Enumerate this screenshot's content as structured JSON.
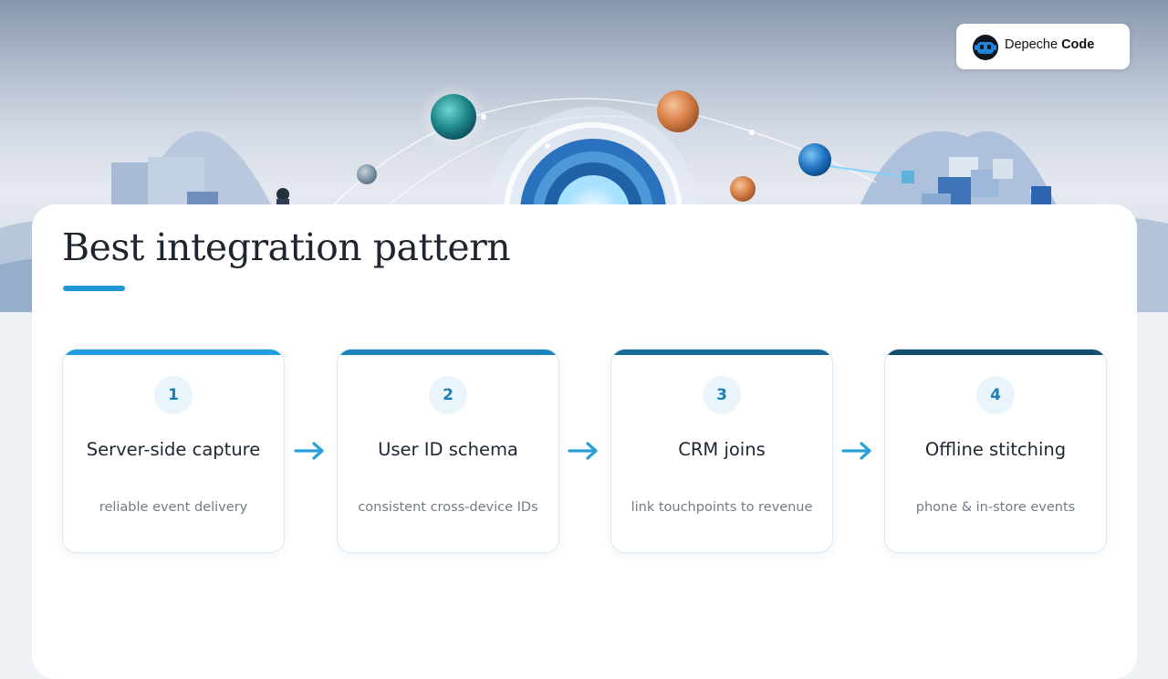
{
  "brand": {
    "name_regular": "Depeche ",
    "name_bold": "Code",
    "icon": "robot-head-icon"
  },
  "slide": {
    "title": "Best integration pattern",
    "accent_color": "#1f98d5"
  },
  "steps": [
    {
      "number": "1",
      "title": "Server-side capture",
      "description": "reliable event delivery",
      "bar_color": "#1f9be0"
    },
    {
      "number": "2",
      "title": "User ID schema",
      "description": "consistent cross-device IDs",
      "bar_color": "#1b82bd"
    },
    {
      "number": "3",
      "title": "CRM joins",
      "description": "link touchpoints to revenue",
      "bar_color": "#186a98"
    },
    {
      "number": "4",
      "title": "Offline stitching",
      "description": "phone & in-store events",
      "bar_color": "#134e6f"
    }
  ],
  "connector_icon": "arrow-right-icon"
}
